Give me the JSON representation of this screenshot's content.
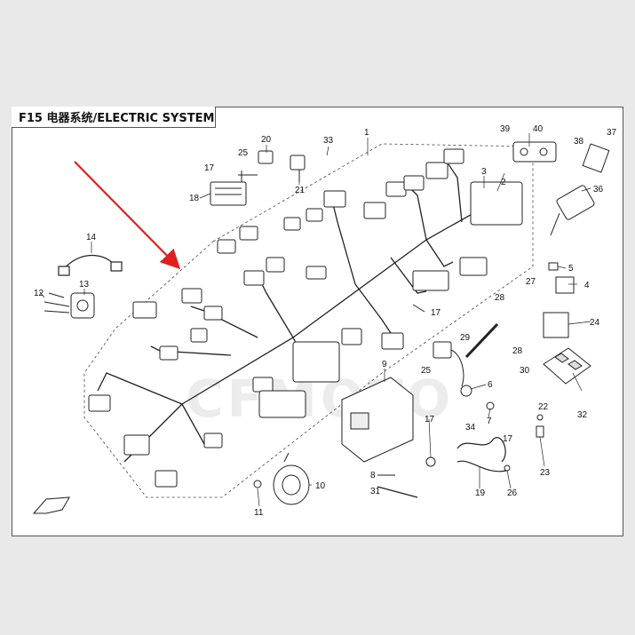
{
  "title": "F15 电器系统/ELECTRIC SYSTEM",
  "watermark": "CFMOTO",
  "colors": {
    "arrow": "#e02020",
    "line": "#222222",
    "frame": "#555555",
    "background": "#e9e9e9"
  },
  "callouts": [
    {
      "id": "c1",
      "label": "1"
    },
    {
      "id": "c2",
      "label": "2"
    },
    {
      "id": "c3",
      "label": "3"
    },
    {
      "id": "c4",
      "label": "4"
    },
    {
      "id": "c5",
      "label": "5"
    },
    {
      "id": "c6",
      "label": "6"
    },
    {
      "id": "c7",
      "label": "7"
    },
    {
      "id": "c8",
      "label": "8"
    },
    {
      "id": "c9",
      "label": "9"
    },
    {
      "id": "c10",
      "label": "10"
    },
    {
      "id": "c11",
      "label": "11"
    },
    {
      "id": "c12",
      "label": "12"
    },
    {
      "id": "c13",
      "label": "13"
    },
    {
      "id": "c14",
      "label": "14"
    },
    {
      "id": "c17a",
      "label": "17"
    },
    {
      "id": "c17b",
      "label": "17"
    },
    {
      "id": "c17c",
      "label": "17"
    },
    {
      "id": "c17d",
      "label": "17"
    },
    {
      "id": "c18",
      "label": "18"
    },
    {
      "id": "c19",
      "label": "19"
    },
    {
      "id": "c20",
      "label": "20"
    },
    {
      "id": "c21",
      "label": "21"
    },
    {
      "id": "c22",
      "label": "22"
    },
    {
      "id": "c23",
      "label": "23"
    },
    {
      "id": "c24",
      "label": "24"
    },
    {
      "id": "c25a",
      "label": "25"
    },
    {
      "id": "c25b",
      "label": "25"
    },
    {
      "id": "c26",
      "label": "26"
    },
    {
      "id": "c27",
      "label": "27"
    },
    {
      "id": "c28a",
      "label": "28"
    },
    {
      "id": "c28b",
      "label": "28"
    },
    {
      "id": "c29",
      "label": "29"
    },
    {
      "id": "c30",
      "label": "30"
    },
    {
      "id": "c31",
      "label": "31"
    },
    {
      "id": "c32",
      "label": "32"
    },
    {
      "id": "c33",
      "label": "33"
    },
    {
      "id": "c34",
      "label": "34"
    },
    {
      "id": "c36",
      "label": "36"
    },
    {
      "id": "c37",
      "label": "37"
    },
    {
      "id": "c38",
      "label": "38"
    },
    {
      "id": "c39",
      "label": "39"
    },
    {
      "id": "c40",
      "label": "40"
    }
  ]
}
